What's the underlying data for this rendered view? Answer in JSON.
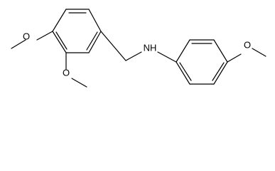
{
  "molecule": {
    "atoms": [
      {
        "id": "o-left",
        "symbol": "O"
      },
      {
        "id": "o-mid",
        "symbol": "O"
      },
      {
        "id": "nh",
        "symbol": "NH"
      },
      {
        "id": "o-right",
        "symbol": "O"
      }
    ]
  }
}
